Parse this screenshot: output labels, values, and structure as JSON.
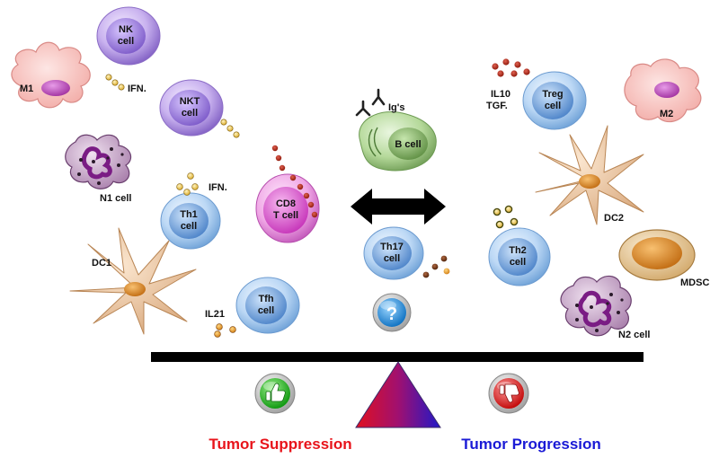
{
  "cells": {
    "nk": {
      "line1": "NK",
      "line2": "cell"
    },
    "nkt": {
      "line1": "NKT",
      "line2": "cell"
    },
    "m1": {
      "label": "M1"
    },
    "n1": {
      "label": "N1 cell"
    },
    "th1": {
      "line1": "Th1",
      "line2": "cell"
    },
    "cd8": {
      "line1": "CD8",
      "line2": "T cell"
    },
    "dc1": {
      "label": "DC1"
    },
    "tfh": {
      "line1": "Tfh",
      "line2": "cell"
    },
    "bcell": {
      "label": "B cell"
    },
    "th17": {
      "line1": "Th17",
      "line2": "cell"
    },
    "treg": {
      "line1": "Treg",
      "line2": "cell"
    },
    "m2": {
      "label": "M2"
    },
    "dc2": {
      "label": "DC2"
    },
    "th2": {
      "line1": "Th2",
      "line2": "cell"
    },
    "mdsc": {
      "label": "MDSC"
    },
    "n2": {
      "label": "N2 cell"
    }
  },
  "cytokines": {
    "ifn_nk": "IFN.",
    "ifn_th1": "IFN.",
    "il21": "IL21",
    "igs": "Ig's",
    "il10": "IL10",
    "tgf": "TGF."
  },
  "balance": {
    "left_label": "Tumor Suppression",
    "right_label": "Tumor Progression"
  },
  "colors": {
    "suppression": "#e8141b",
    "progression": "#1a1ad6",
    "good_button": "#1fa81f",
    "bad_button": "#d81818",
    "question_button": "#1e8fd8"
  },
  "icons": {
    "good": "thumbs-up-icon",
    "bad": "thumbs-down-icon",
    "unknown": "question-mark-icon"
  }
}
